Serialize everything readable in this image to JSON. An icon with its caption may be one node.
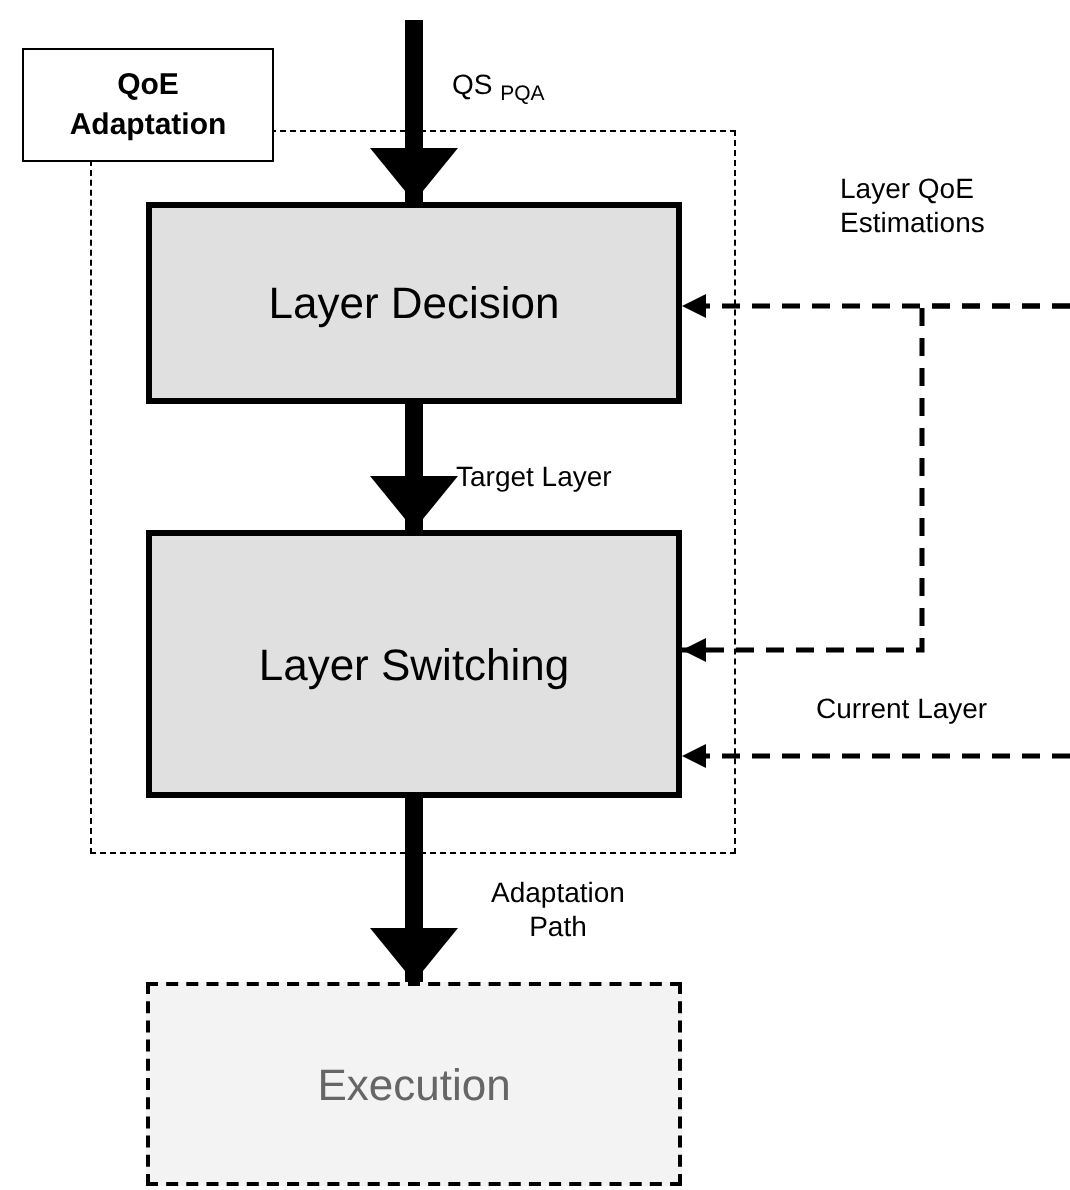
{
  "diagram": {
    "nodes": [
      {
        "text": [
          "QoE Adaptation"
        ]
      },
      {
        "text": [
          "Layer Decision"
        ],
        "in": 0
      },
      {
        "text": [
          "Layer Switching"
        ],
        "in": 0
      },
      {
        "text": [
          "Execution"
        ]
      }
    ],
    "edges": [
      {
        "from": null,
        "to": 1,
        "arrow": "to",
        "style": "thick",
        "label": "QS $_{PQA}$"
      },
      {
        "from": 1,
        "to": 2,
        "arrow": "to",
        "style": "thick",
        "label": "Target Layer"
      },
      {
        "from": 2,
        "to": 3,
        "arrow": "to",
        "style": "thick",
        "label": "Adaptation Path"
      },
      {
        "from": null,
        "to": 1,
        "arrow": "to",
        "style": "dashed",
        "label": "Layer QoE Estimations"
      },
      {
        "from": null,
        "to": 2,
        "arrow": "to",
        "style": "dashed"
      },
      {
        "from": null,
        "to": 2,
        "arrow": "to",
        "style": "dashed",
        "label": "Current Layer"
      }
    ]
  }
}
